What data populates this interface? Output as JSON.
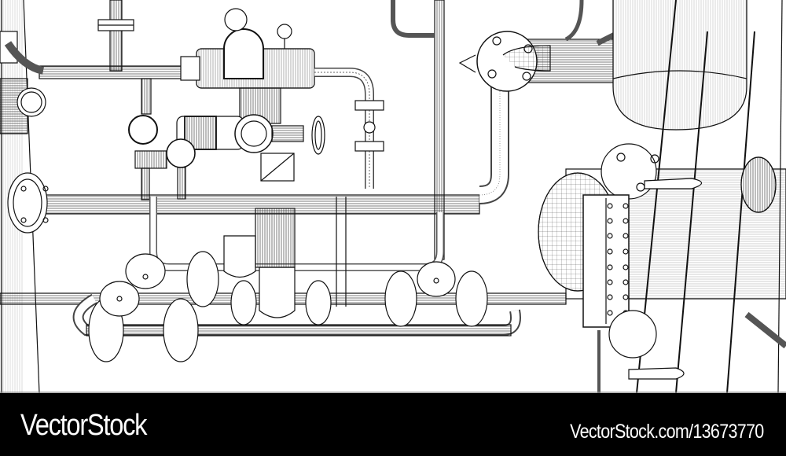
{
  "image": {
    "subject": "Wireframe technical illustration of industrial pipeline with valves, flanges, pressure gauges, actuator and vessel",
    "style": "black line art on white",
    "colors": {
      "background": "#ffffff",
      "line": "#111111",
      "footer": "#000000",
      "footer_text": "#ffffff"
    }
  },
  "footer": {
    "brand": "VectorStock",
    "url": "VectorStock.com/13673770"
  }
}
